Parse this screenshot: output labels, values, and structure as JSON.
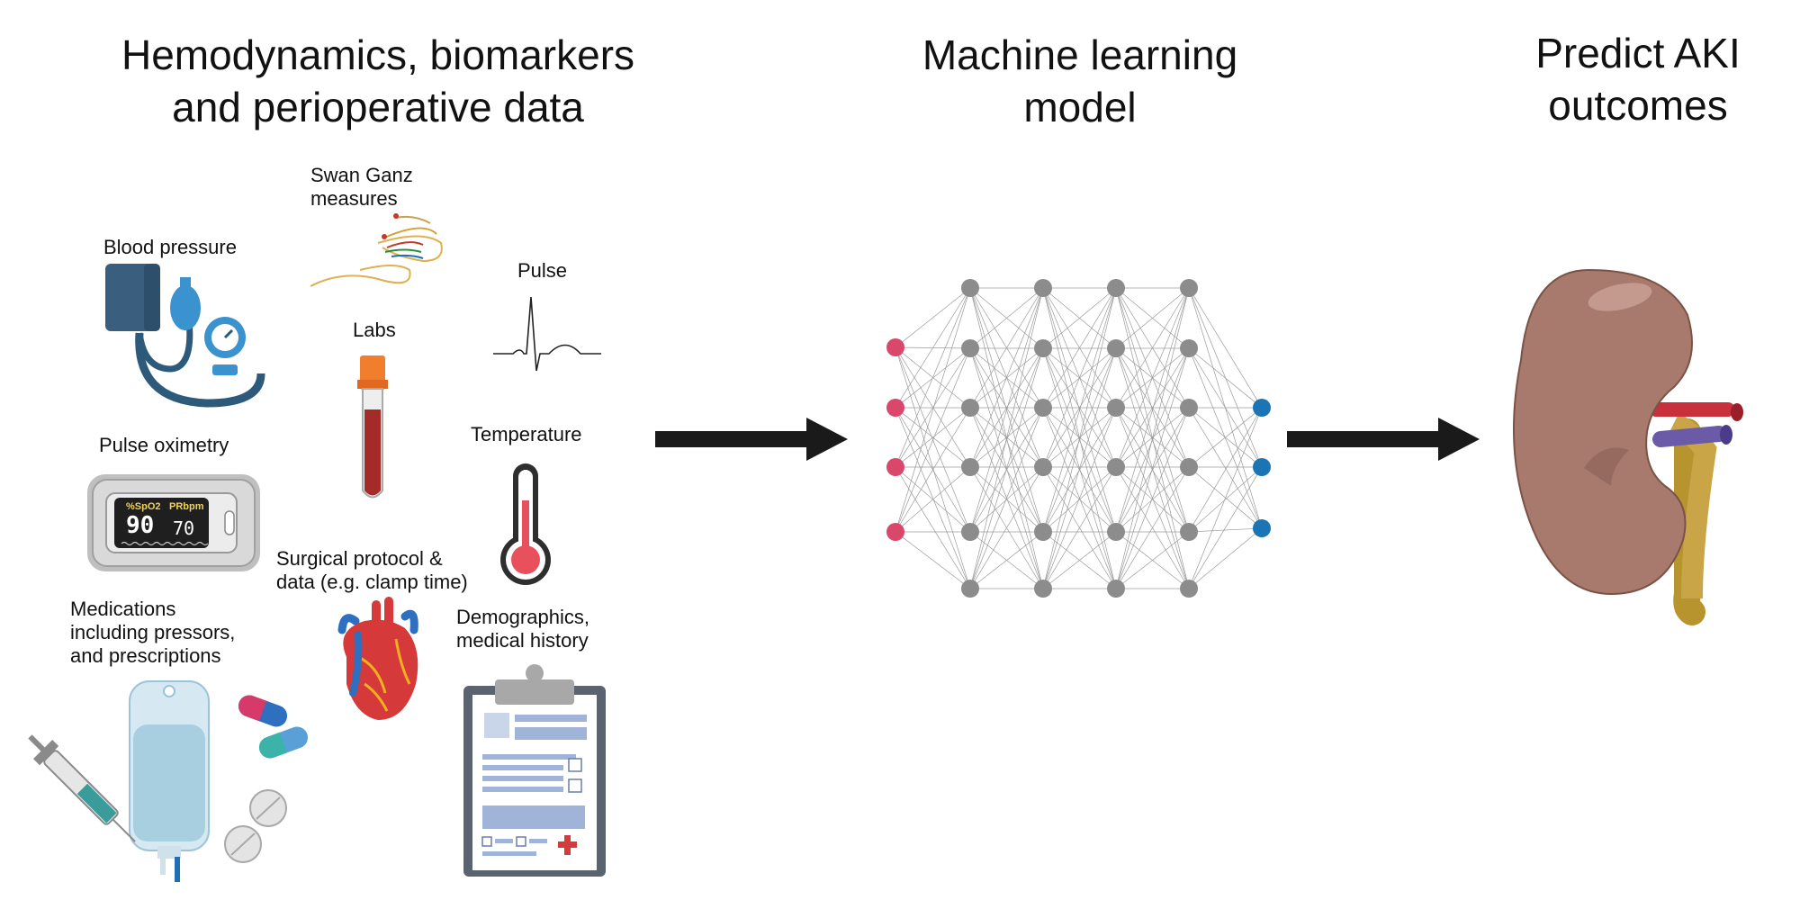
{
  "titles": {
    "inputs_line1": "Hemodynamics, biomarkers",
    "inputs_line2": "and perioperative data",
    "model_line1": "Machine learning",
    "model_line2": "model",
    "predict_line1": "Predict AKI",
    "predict_line2": "outcomes"
  },
  "labels": {
    "blood_pressure": "Blood pressure",
    "swan_ganz_line1": "Swan Ganz",
    "swan_ganz_line2": "measures",
    "labs": "Labs",
    "pulse": "Pulse",
    "pulse_oximetry": "Pulse oximetry",
    "temperature": "Temperature",
    "surgical_line1": "Surgical protocol &",
    "surgical_line2": "data (e.g. clamp time)",
    "medications_line1": "Medications",
    "medications_line2": "including pressors,",
    "medications_line3": "and prescriptions",
    "demographics_line1": "Demographics,",
    "demographics_line2": "medical history"
  },
  "oximeter": {
    "spo2_label": "%SpO2",
    "pr_label": "PRbpm",
    "spo2_value": "90",
    "pr_value": "70"
  },
  "network": {
    "input_nodes": 4,
    "hidden_layers": 4,
    "hidden_nodes_per_layer": 6,
    "output_nodes": 3,
    "input_color": "#d9476a",
    "hidden_color": "#8c8c8c",
    "output_color": "#1b75b5"
  },
  "colors": {
    "arrow": "#1a1a1a",
    "kidney": "#a87a6d",
    "artery": "#c8313b",
    "vein": "#6a5aa8",
    "ureter": "#b8942e"
  }
}
